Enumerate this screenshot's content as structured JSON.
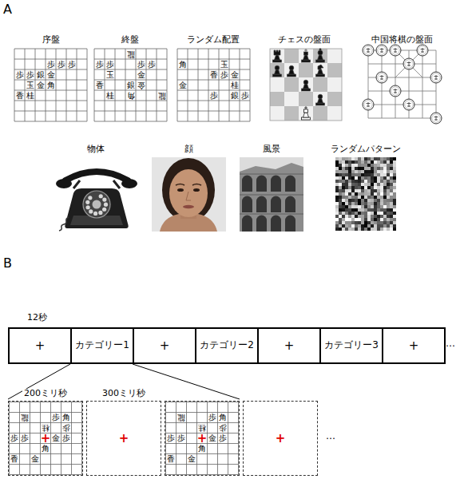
{
  "diagram": {
    "nodes": [
      {
        "text": [
          "+"
        ]
      },
      {
        "text": [
          "カテゴリー1"
        ]
      },
      {
        "text": [
          "+"
        ]
      },
      {
        "text": [
          "カテゴリー2"
        ]
      },
      {
        "text": [
          "+"
        ]
      },
      {
        "text": [
          "カテゴリー3"
        ]
      },
      {
        "text": [
          "+"
        ]
      },
      {
        "text": [
          "+"
        ]
      },
      {
        "text": [
          "+"
        ]
      },
      {
        "text": [
          "+"
        ]
      },
      {
        "text": [
          "+"
        ]
      }
    ],
    "labels": [
      "A",
      "序盤",
      "終盤",
      "ランダム配置",
      "チェスの盤面",
      "中国将棋の盤面",
      "物体",
      "顔",
      "風景",
      "ランダムパターン",
      "B",
      "12秒",
      "…",
      "200ミリ秒",
      "300ミリ秒",
      "…",
      "歩",
      "歩",
      "歩",
      "歩",
      "歩",
      "銀",
      "金",
      "玉",
      "金",
      "角",
      "香",
      "桂",
      "龍",
      "歩",
      "歩",
      "歩",
      "歩",
      "玉",
      "金",
      "香",
      "銀",
      "金",
      "桂",
      "角",
      "龍",
      "角",
      "玉",
      "香",
      "歩",
      "金",
      "金",
      "桂",
      "歩",
      "銀",
      "歩",
      "龍",
      "歩",
      "角",
      "桂",
      "歩",
      "歩",
      "歩",
      "金",
      "歩",
      "角",
      "香",
      "金",
      "龍",
      "歩",
      "角",
      "桂",
      "歩",
      "歩",
      "歩",
      "金",
      "歩",
      "角",
      "香",
      "金"
    ]
  }
}
